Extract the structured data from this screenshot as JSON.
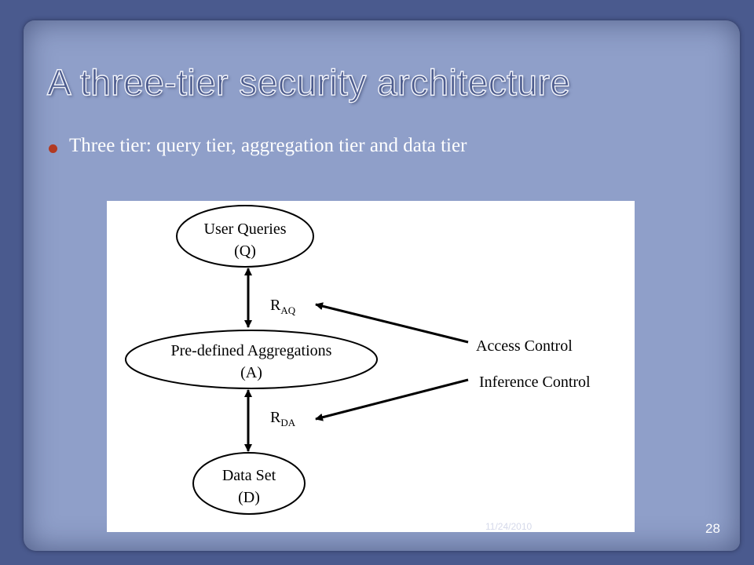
{
  "slide": {
    "title": "A three-tier security architecture",
    "bullets": [
      "Three tier: query tier, aggregation tier and data tier"
    ],
    "date": "11/24/2010",
    "page_number": "28"
  },
  "diagram": {
    "nodes": {
      "user_queries": {
        "line1": "User Queries",
        "line2": "(Q)"
      },
      "aggregations": {
        "line1": "Pre-defined Aggregations",
        "line2": "(A)"
      },
      "data_set": {
        "line1": "Data Set",
        "line2": "(D)"
      }
    },
    "relations": {
      "raq": {
        "main": "R",
        "sub": "AQ"
      },
      "rda": {
        "main": "R",
        "sub": "DA"
      }
    },
    "controls": {
      "access": "Access Control",
      "inference": "Inference Control"
    }
  }
}
